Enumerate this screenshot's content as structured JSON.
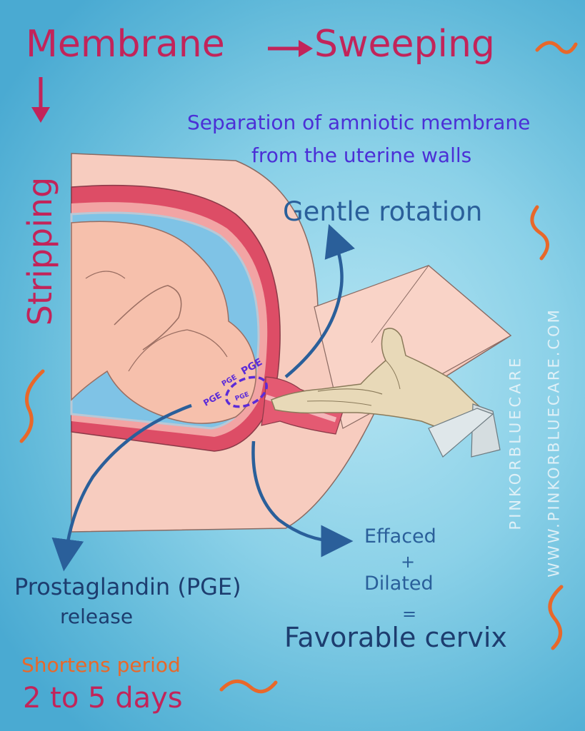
{
  "title": {
    "membrane": "Membrane",
    "sweeping": "Sweeping",
    "stripping": "Stripping"
  },
  "separation": {
    "line1": "Separation of amniotic membrane",
    "line2": "from the uterine walls"
  },
  "rotation_label": "Gentle rotation",
  "cervix": {
    "effaced": "Effaced",
    "plus": "+",
    "dilated": "Dilated",
    "equals": "=",
    "favorable": "Favorable cervix"
  },
  "prostaglandin": {
    "line1": "Prostaglandin (PGE)",
    "line2": "release"
  },
  "pge_labels": [
    "PGE",
    "PGE",
    "PGE",
    "PGE"
  ],
  "shortens": {
    "line1": "Shortens period",
    "line2": "2 to 5 days"
  },
  "brand": {
    "name": "PINKORBLUECARE",
    "url": "WWW.PINKORBLUECARE.COM"
  },
  "colors": {
    "title": "#c2245a",
    "separation_text": "#4b2fd6",
    "arrow_blue": "#2a5f9a",
    "squiggle_orange": "#e8682a",
    "uterus_wall": "#d8455f",
    "skin": "#f6c4b4"
  }
}
